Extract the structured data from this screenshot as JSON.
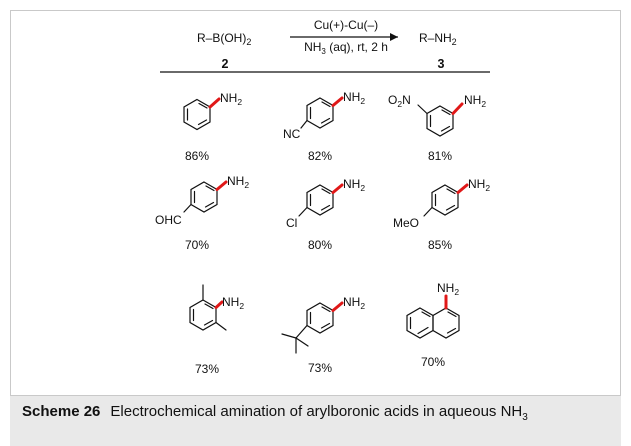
{
  "scheme": {
    "reactant": "R–B(OH)",
    "reactant_sub": "2",
    "reactant_number": "2",
    "conditions_top": "Cu(+)-Cu(–)",
    "conditions_bottom_a": "NH",
    "conditions_bottom_sub": "3",
    "conditions_bottom_b": " (aq), rt, 2 h",
    "product": "R–NH",
    "product_sub": "2",
    "product_number": "3"
  },
  "labels": {
    "nh": "NH",
    "sub2": "2",
    "cn": "NC",
    "o2n_a": "O",
    "o2n_b": "N",
    "ohc": "OHC",
    "cl": "Cl",
    "meo": "MeO"
  },
  "yields": [
    "86%",
    "82%",
    "81%",
    "70%",
    "80%",
    "85%",
    "73%",
    "73%",
    "70%"
  ],
  "caption": {
    "label": "Scheme 26",
    "text_a": "Electrochemical amination of arylboronic acids in aqueous NH",
    "text_sub": "3"
  }
}
